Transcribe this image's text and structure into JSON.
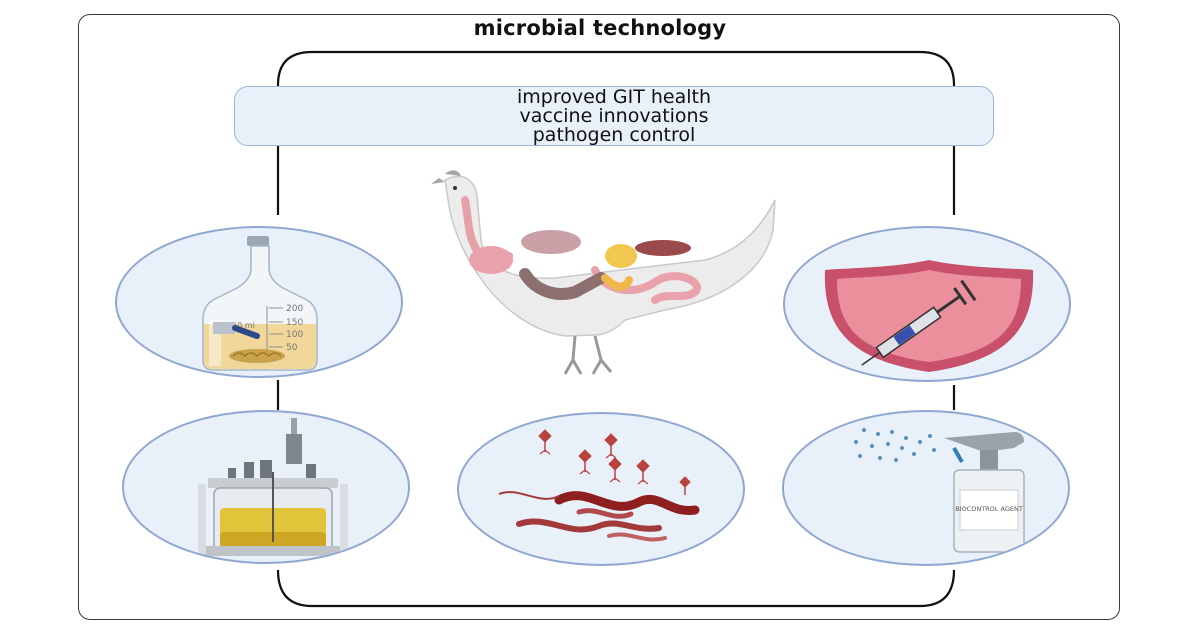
{
  "title": "microbial technology",
  "outcomes": [
    "improved GIT health",
    "vaccine innovations",
    "pathogen control"
  ],
  "panels": [
    {
      "id": "culture-bottle",
      "icon": "culture-flask-icon",
      "labels": [
        "200",
        "150",
        "100",
        "50",
        "250 ml"
      ]
    },
    {
      "id": "bioreactor",
      "icon": "bioreactor-icon"
    },
    {
      "id": "bacteriophages",
      "icon": "bacteriophage-bacteria-icon"
    },
    {
      "id": "vaccine-shield",
      "icon": "vaccine-shield-icon"
    },
    {
      "id": "biocontrol-spray",
      "icon": "spray-bottle-icon",
      "label": "BIOCONTROL AGENT"
    }
  ],
  "center": {
    "icon": "chicken-digestive-tract-icon"
  },
  "colors": {
    "circle_fill": "#e8f0fa",
    "circle_border": "#8fa7d1",
    "box_fill": "#e8f0fa",
    "shield": "#c9506a"
  }
}
